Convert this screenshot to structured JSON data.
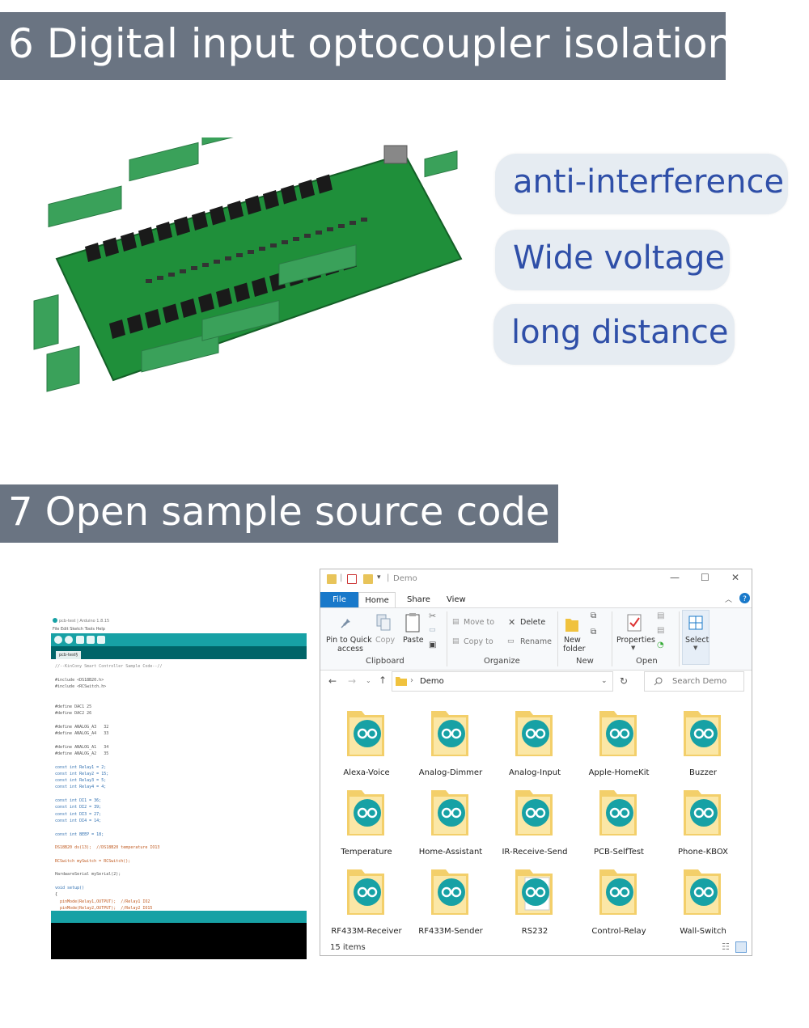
{
  "sections": {
    "isolation": {
      "title": "6 Digital input optocoupler isolation",
      "features": [
        "anti-interference",
        "Wide voltage",
        "long distance"
      ]
    },
    "source": {
      "title": "7 Open sample source code"
    }
  },
  "arduino_ide": {
    "window_title": "pcb-test | Arduino 1.8.15",
    "menu": "File  Edit  Sketch  Tools  Help",
    "tab_name": "pcb-test§",
    "code_lines": [
      {
        "text": "//--KinCony Smart Controller Sample Code--//",
        "color": "#888888"
      },
      {
        "text": "",
        "color": "#333333"
      },
      {
        "text": "#include <DS18B20.h>",
        "color": "#555555"
      },
      {
        "text": "#include <RCSwitch.h>",
        "color": "#555555"
      },
      {
        "text": "",
        "color": "#333333"
      },
      {
        "text": "",
        "color": "#333333"
      },
      {
        "text": "#define DAC1 25",
        "color": "#555555"
      },
      {
        "text": "#define DAC2 26",
        "color": "#555555"
      },
      {
        "text": "",
        "color": "#333333"
      },
      {
        "text": "#define ANALOG_A3   32",
        "color": "#555555"
      },
      {
        "text": "#define ANALOG_A4   33",
        "color": "#555555"
      },
      {
        "text": "",
        "color": "#333333"
      },
      {
        "text": "#define ANALOG_A1   34",
        "color": "#555555"
      },
      {
        "text": "#define ANALOG_A2   35",
        "color": "#555555"
      },
      {
        "text": "",
        "color": "#333333"
      },
      {
        "text": "const int Relay1 = 2;",
        "color": "#2f6fb0"
      },
      {
        "text": "const int Relay2 = 15;",
        "color": "#2f6fb0"
      },
      {
        "text": "const int Relay3 = 5;",
        "color": "#2f6fb0"
      },
      {
        "text": "const int Relay4 = 4;",
        "color": "#2f6fb0"
      },
      {
        "text": "",
        "color": "#333333"
      },
      {
        "text": "const int DI1 = 36;",
        "color": "#2f6fb0"
      },
      {
        "text": "const int DI2 = 39;",
        "color": "#2f6fb0"
      },
      {
        "text": "const int DI3 = 27;",
        "color": "#2f6fb0"
      },
      {
        "text": "const int DI4 = 14;",
        "color": "#2f6fb0"
      },
      {
        "text": "",
        "color": "#333333"
      },
      {
        "text": "const int BEEP = 18;",
        "color": "#2f6fb0"
      },
      {
        "text": "",
        "color": "#333333"
      },
      {
        "text": "DS18B20 ds(13);  //DS18B20 temperature IO13",
        "color": "#c05a20"
      },
      {
        "text": "",
        "color": "#333333"
      },
      {
        "text": "RCSwitch mySwitch = RCSwitch();",
        "color": "#c05a20"
      },
      {
        "text": "",
        "color": "#333333"
      },
      {
        "text": "HardwareSerial mySerial(2);",
        "color": "#555555"
      },
      {
        "text": "",
        "color": "#333333"
      },
      {
        "text": "void setup()",
        "color": "#2f6fb0"
      },
      {
        "text": "{",
        "color": "#333333"
      },
      {
        "text": "  pinMode(Relay1,OUTPUT);  //Relay1 IO2",
        "color": "#c05a20"
      },
      {
        "text": "  pinMode(Relay2,OUTPUT);  //Relay2 IO15",
        "color": "#c05a20"
      }
    ]
  },
  "explorer": {
    "window_title": "Demo",
    "tabs": {
      "file": "File",
      "home": "Home",
      "share": "Share",
      "view": "View"
    },
    "ribbon": {
      "pin_to_quick": "Pin to Quick",
      "access": "access",
      "copy": "Copy",
      "paste": "Paste",
      "clipboard": "Clipboard",
      "move_to": "Move to",
      "copy_to": "Copy to",
      "delete": "Delete",
      "rename": "Rename",
      "organize": "Organize",
      "new": "New",
      "folder": "folder",
      "new_group": "New",
      "properties": "Properties",
      "open_group": "Open",
      "select": "Select"
    },
    "address": "Demo",
    "search_placeholder": "Search Demo",
    "folders": [
      "Alexa-Voice",
      "Analog-Dimmer",
      "Analog-Input",
      "Apple-HomeKit",
      "Buzzer",
      "Temperature",
      "Home-Assistant",
      "IR-Receive-Send",
      "PCB-SelfTest",
      "Phone-KBOX",
      "RF433M-Receiver",
      "RF433M-Sender",
      "RS232",
      "Control-Relay",
      "Wall-Switch"
    ],
    "status": "15 items"
  },
  "colors": {
    "banner": "#6a7482",
    "pill_bg": "#e6ecf2",
    "pill_text": "#2f4fa8",
    "arduino_teal": "#17a1a5",
    "arduino_dark": "#006468",
    "explorer_accent": "#1979ca",
    "pcb_green": "#1f8f3a",
    "terminal_green": "#3aa15a"
  },
  "icons": [
    "pin-icon",
    "copy-icon",
    "paste-icon",
    "scissors-icon",
    "move-to-icon",
    "copy-to-icon",
    "delete-icon",
    "rename-icon",
    "new-folder-icon",
    "new-item-icon",
    "properties-icon",
    "open-icon",
    "select-all-icon",
    "folder-icon",
    "arduino-logo-icon",
    "search-icon",
    "refresh-icon",
    "back-arrow-icon",
    "forward-arrow-icon",
    "up-arrow-icon",
    "help-icon"
  ]
}
